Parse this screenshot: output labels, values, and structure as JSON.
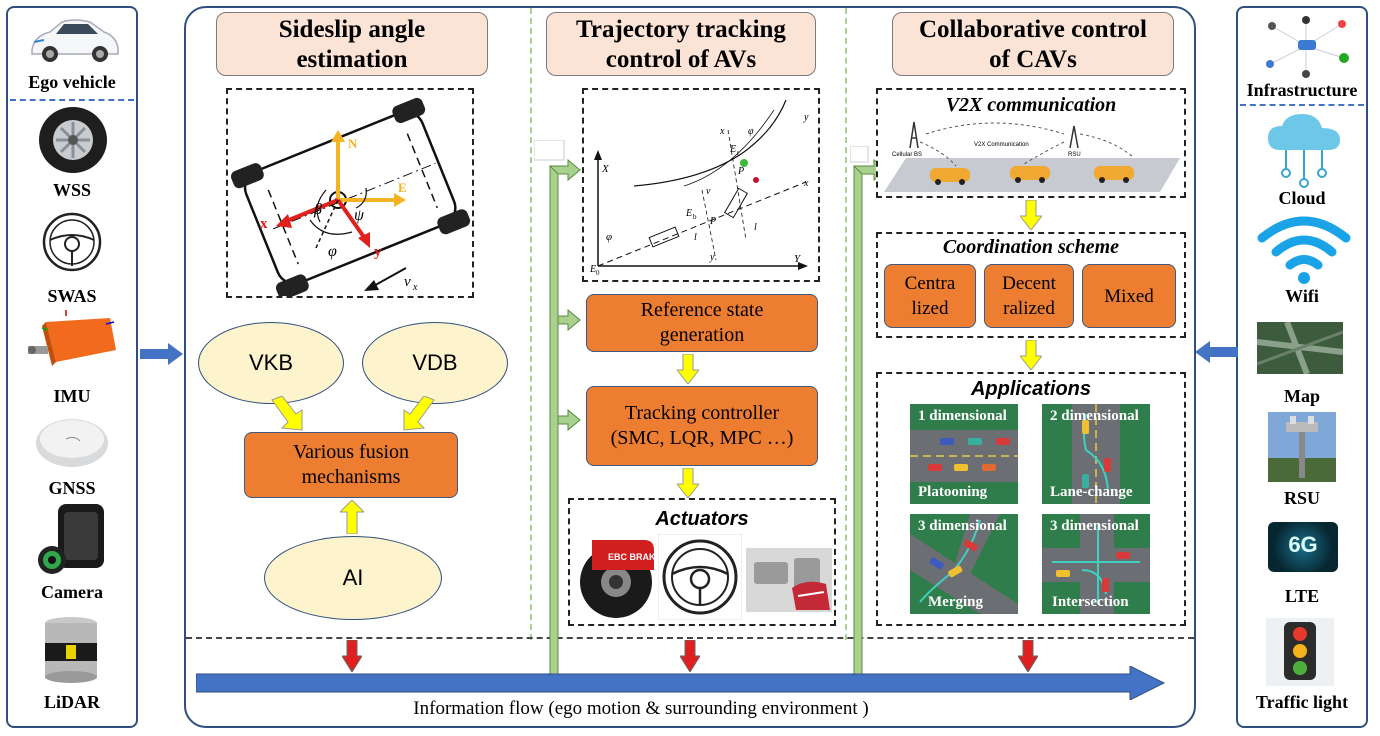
{
  "sensors": {
    "ego_vehicle": "Ego vehicle",
    "wss": "WSS",
    "swas": "SWAS",
    "imu": "IMU",
    "gnss": "GNSS",
    "camera": "Camera",
    "lidar": "LiDAR"
  },
  "infrastructure": {
    "title": "Infrastructure",
    "cloud": "Cloud",
    "wifi": "Wifi",
    "map": "Map",
    "rsu": "RSU",
    "lte": "LTE",
    "lte_badge": "6G",
    "traffic_light": "Traffic light"
  },
  "sideslip": {
    "title_line1": "Sideslip angle",
    "title_line2": "estimation",
    "vkb": "VKB",
    "vdb": "VDB",
    "fusion_line1": "Various fusion",
    "fusion_line2": "mechanisms",
    "ai": "AI",
    "diagram": {
      "n": "N",
      "e": "E",
      "x": "x",
      "y": "y",
      "beta": "β",
      "psi": "ψ",
      "phi": "φ",
      "vx": "v",
      "vx_sub": "x"
    }
  },
  "trajectory": {
    "title_line1": "Trajectory tracking",
    "title_line2": "control of AVs",
    "reference_line1": "Reference state",
    "reference_line2": "generation",
    "controller_line1": "Tracking controller",
    "controller_line2": "(SMC, LQR, MPC …)",
    "actuators": "Actuators",
    "brake_brand": "EBC BRAKES",
    "plot": {
      "X": "X",
      "Y": "Y",
      "E0": "E",
      "E0_sub": "0",
      "Eb": "E",
      "Eb_sub": "b",
      "Er": "E",
      "Er_sub": "r",
      "phi": "φ",
      "v": "v",
      "x": "x",
      "xr": "x",
      "yr": "y",
      "lr": "l",
      "lf": "l",
      "y": "y",
      "Pr": "P",
      "Pb": "P"
    }
  },
  "collab": {
    "title_line1": "Collaborative control",
    "title_line2": "of CAVs",
    "v2x": "V2X communication",
    "cellular_bs": "Cellular BS",
    "v2x_comm": "V2X Communication",
    "rsu": "RSU",
    "coordination": "Coordination scheme",
    "centralized_line1": "Centra",
    "centralized_line2": "lized",
    "decentralized_line1": "Decent",
    "decentralized_line2": "ralized",
    "mixed": "Mixed",
    "applications": "Applications",
    "app1_dim": "1 dimensional",
    "app1_name": "Platooning",
    "app2_dim": "2 dimensional",
    "app2_name": "Lane-change",
    "app3_dim": "3 dimensional",
    "app3_name": "Merging",
    "app4_dim": "3 dimensional",
    "app4_name": "Intersection"
  },
  "info_flow": "Information flow (ego motion & surrounding environment )",
  "colors": {
    "panel_border": "#2f4f7f",
    "title_fill": "#fbe3d6",
    "orange": "#ed7d31",
    "ellipse": "#fdf3cd",
    "arrow_blue": "#4472c4",
    "arrow_yellow": "#ffff00",
    "arrow_red": "#e02020",
    "arrow_green": "#a9d18e"
  }
}
